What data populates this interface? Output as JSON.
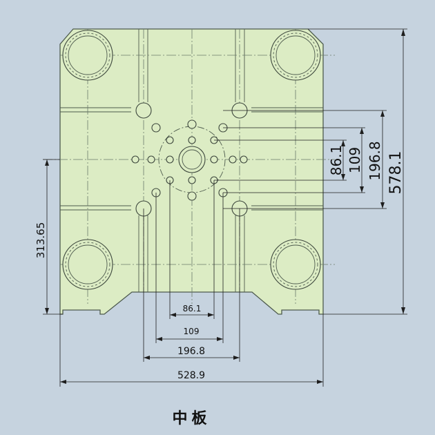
{
  "caption": "中板",
  "dimensions": {
    "overall_height": "578.1",
    "overall_width": "528.9",
    "left_height": "313.65",
    "inner_h1": "86.1",
    "inner_h2": "109",
    "inner_h3": "196.8",
    "bottom_w1": "86.1",
    "bottom_w2": "109",
    "bottom_w3": "196.8"
  },
  "colors": {
    "background": "#c6d3df",
    "plate": "#dcecc4",
    "lines": "#4d5a4d"
  }
}
